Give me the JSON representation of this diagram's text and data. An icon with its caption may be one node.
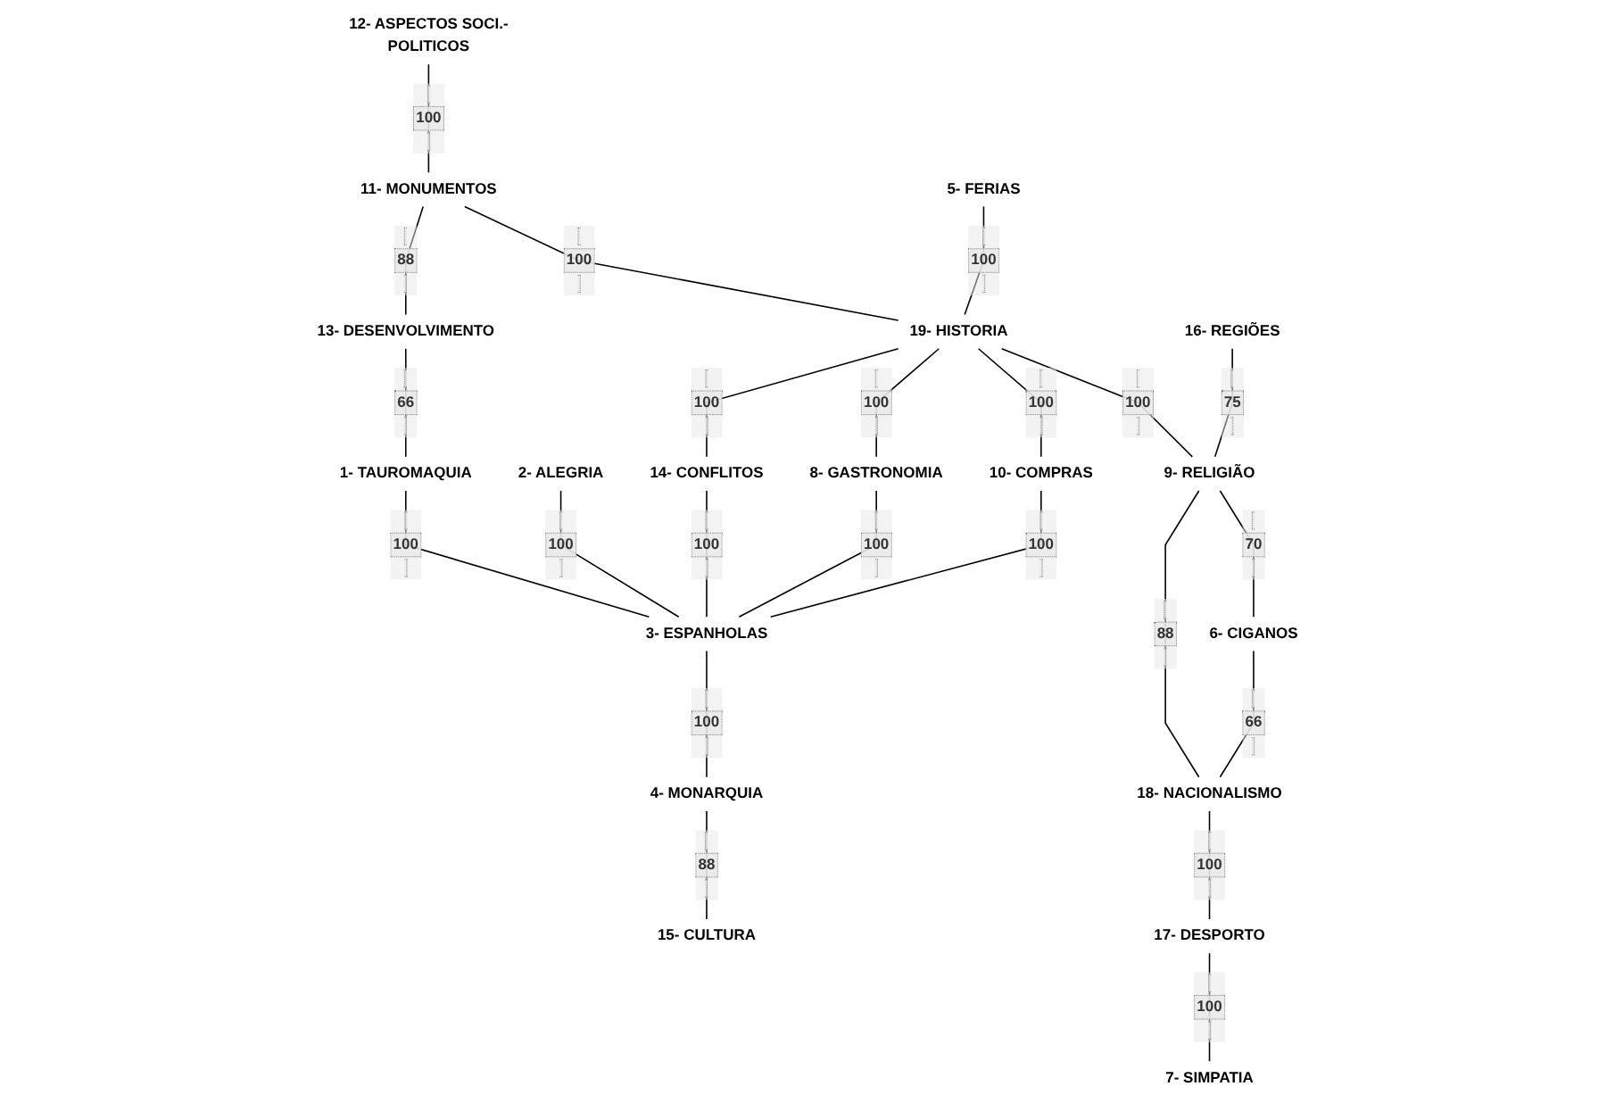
{
  "diagram": {
    "nodes": [
      {
        "text": [
          "12- ASPECTOS SOCI.-POLITICOS"
        ]
      },
      {
        "text": [
          "13- DESENVOLVIMENTO"
        ]
      },
      {
        "text": [
          "1- TAUROMAQUIA"
        ]
      },
      {
        "text": [
          "11- MONUMENTOS"
        ]
      },
      {
        "text": [
          "2- ALEGRIA"
        ]
      },
      {
        "text": [
          "14- CONFLITOS"
        ]
      },
      {
        "text": [
          "5- FERIAS"
        ]
      },
      {
        "text": [
          "19- HISTORIA"
        ]
      },
      {
        "text": [
          "8- GASTRONOMIA"
        ]
      },
      {
        "text": [
          "3- ESPANHOLAS"
        ]
      },
      {
        "text": [
          "16- REGIÕES"
        ]
      },
      {
        "text": [
          "9- RELIGIÃO"
        ]
      },
      {
        "text": [
          "10- COMPRAS"
        ]
      },
      {
        "text": [
          "4- MONARQUIA"
        ]
      },
      {
        "text": [
          "18- NACIONALISMO"
        ]
      },
      {
        "text": [
          "6- CIGANOS"
        ]
      },
      {
        "text": [
          "17- DESPORTO"
        ]
      },
      {
        "text": [
          "15- CULTURA"
        ]
      },
      {
        "text": [
          "7- SIMPATIA"
        ]
      }
    ],
    "edges": [
      {
        "from": 0,
        "to": 3,
        "arrow": "none",
        "label": "100"
      },
      {
        "from": 1,
        "to": 2,
        "arrow": "none",
        "label": "66"
      },
      {
        "from": 3,
        "to": 1,
        "arrow": "none",
        "label": "88"
      },
      {
        "from": 3,
        "to": 7,
        "arrow": "none",
        "label": "100"
      },
      {
        "from": 2,
        "to": 9,
        "arrow": "none",
        "label": "100"
      },
      {
        "from": 4,
        "to": 9,
        "arrow": "none",
        "label": "100"
      },
      {
        "from": 7,
        "to": 5,
        "arrow": "none",
        "label": "100"
      },
      {
        "from": 5,
        "to": 9,
        "arrow": "none",
        "label": "100"
      },
      {
        "from": 6,
        "to": 7,
        "arrow": "none",
        "label": "100"
      },
      {
        "from": 7,
        "to": 8,
        "arrow": "none",
        "label": "100"
      },
      {
        "from": 8,
        "to": 9,
        "arrow": "none",
        "label": "100"
      },
      {
        "from": 7,
        "to": 12,
        "arrow": "none",
        "label": "100"
      },
      {
        "from": 12,
        "to": 9,
        "arrow": "none",
        "label": "100"
      },
      {
        "from": 9,
        "to": 13,
        "arrow": "none",
        "label": "100"
      },
      {
        "from": 7,
        "to": 11,
        "arrow": "none",
        "label": "100"
      },
      {
        "from": 10,
        "to": 11,
        "arrow": "none",
        "label": "75"
      },
      {
        "from": 11,
        "to": 14,
        "arrow": "none",
        "label": "88"
      },
      {
        "from": 11,
        "to": 15,
        "arrow": "none",
        "label": "70"
      },
      {
        "from": 15,
        "to": 14,
        "arrow": "none",
        "label": "66"
      },
      {
        "from": 14,
        "to": 16,
        "arrow": "none",
        "label": "100"
      },
      {
        "from": 13,
        "to": 17,
        "arrow": "none",
        "label": "88"
      },
      {
        "from": 16,
        "to": 18,
        "arrow": "none",
        "label": "100"
      }
    ]
  }
}
